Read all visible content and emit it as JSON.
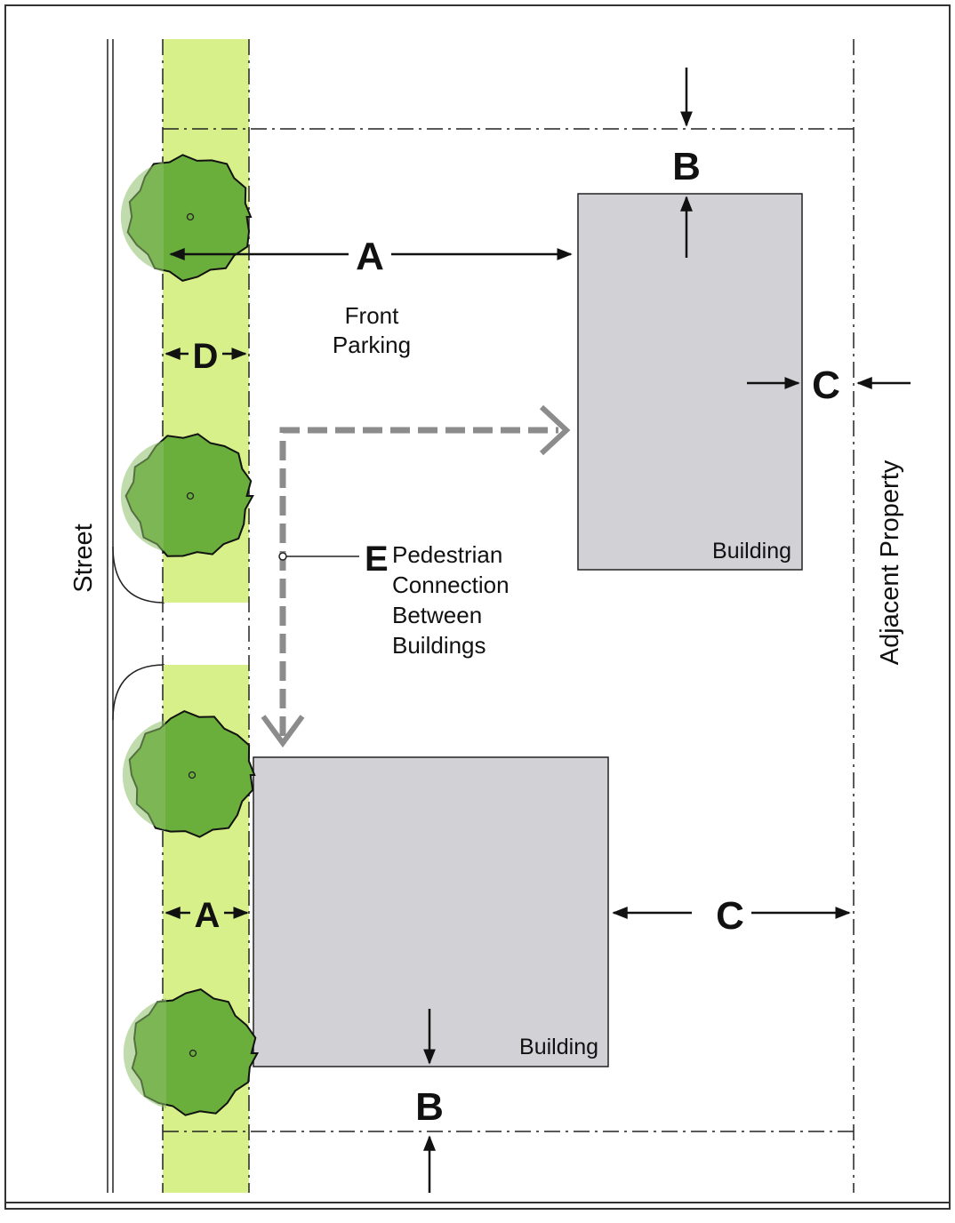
{
  "labels": {
    "street": "Street",
    "adjacent_property": "Adjacent Property",
    "front_parking_line1": "Front",
    "front_parking_line2": "Parking",
    "building_top": "Building",
    "building_bottom": "Building",
    "pedestrian_letter": "E",
    "pedestrian_line1": "Pedestrian",
    "pedestrian_line2": "Connection",
    "pedestrian_line3": "Between",
    "pedestrian_line4": "Buildings",
    "dim_a_top": "A",
    "dim_a_bottom": "A",
    "dim_b_top": "B",
    "dim_b_bottom": "B",
    "dim_c_top": "C",
    "dim_c_bottom": "C",
    "dim_d": "D"
  },
  "colors": {
    "landscape_strip": "#d8f08a",
    "tree_fill": "#6aae3c",
    "tree_fill_light": "#8cc06a",
    "building_fill": "#d2d2d6",
    "pedestrian_path": "#8c8c8c",
    "line": "#111111"
  },
  "icons": [
    "tree-icon",
    "arrow-icon"
  ]
}
